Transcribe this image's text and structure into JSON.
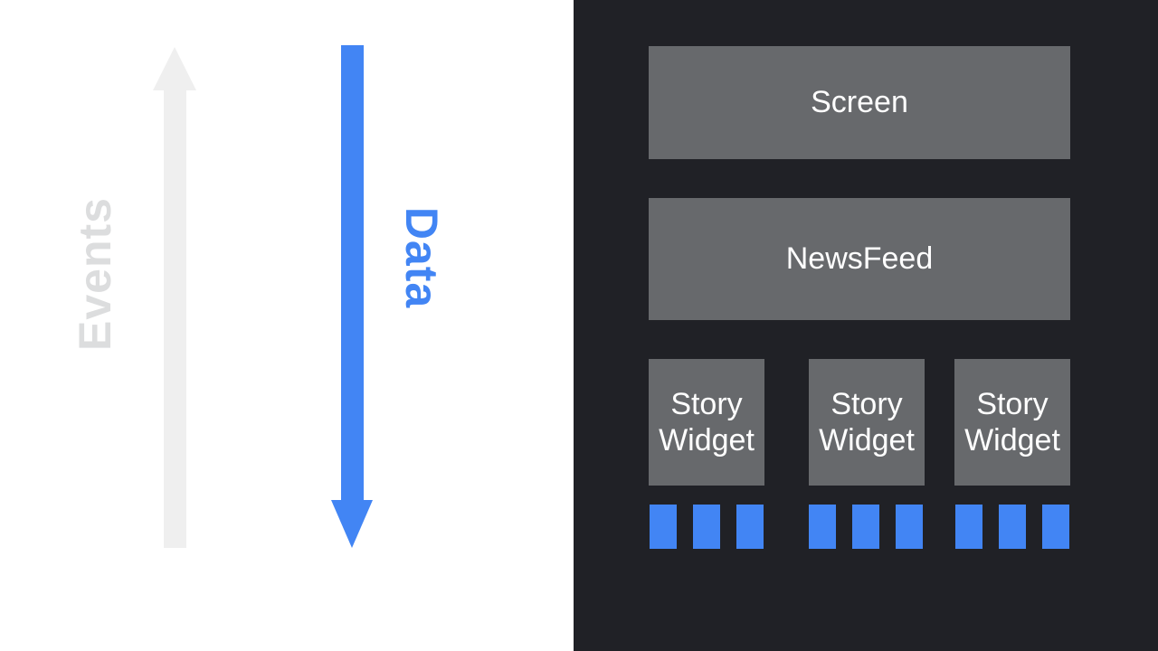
{
  "left_pane": {
    "events_label": "Events",
    "data_label": "Data",
    "up_arrow_icon": "light-gray-arrow-up",
    "down_arrow_icon": "blue-arrow-down"
  },
  "panel": {
    "screen_label": "Screen",
    "newsfeed_label": "NewsFeed",
    "story_widgets": [
      {
        "label": "Story Widget",
        "data_blocks": 3
      },
      {
        "label": "Story Widget",
        "data_blocks": 3
      },
      {
        "label": "Story Widget",
        "data_blocks": 3
      }
    ]
  },
  "colors": {
    "accent_blue": "#4285F4",
    "panel_background": "#202126",
    "box_gray": "#67696C",
    "arrow_light_gray": "#EFEFEF",
    "events_text_gray": "#DCDDDE",
    "box_text_white": "#FFFFFF",
    "page_background": "#FFFFFF"
  }
}
